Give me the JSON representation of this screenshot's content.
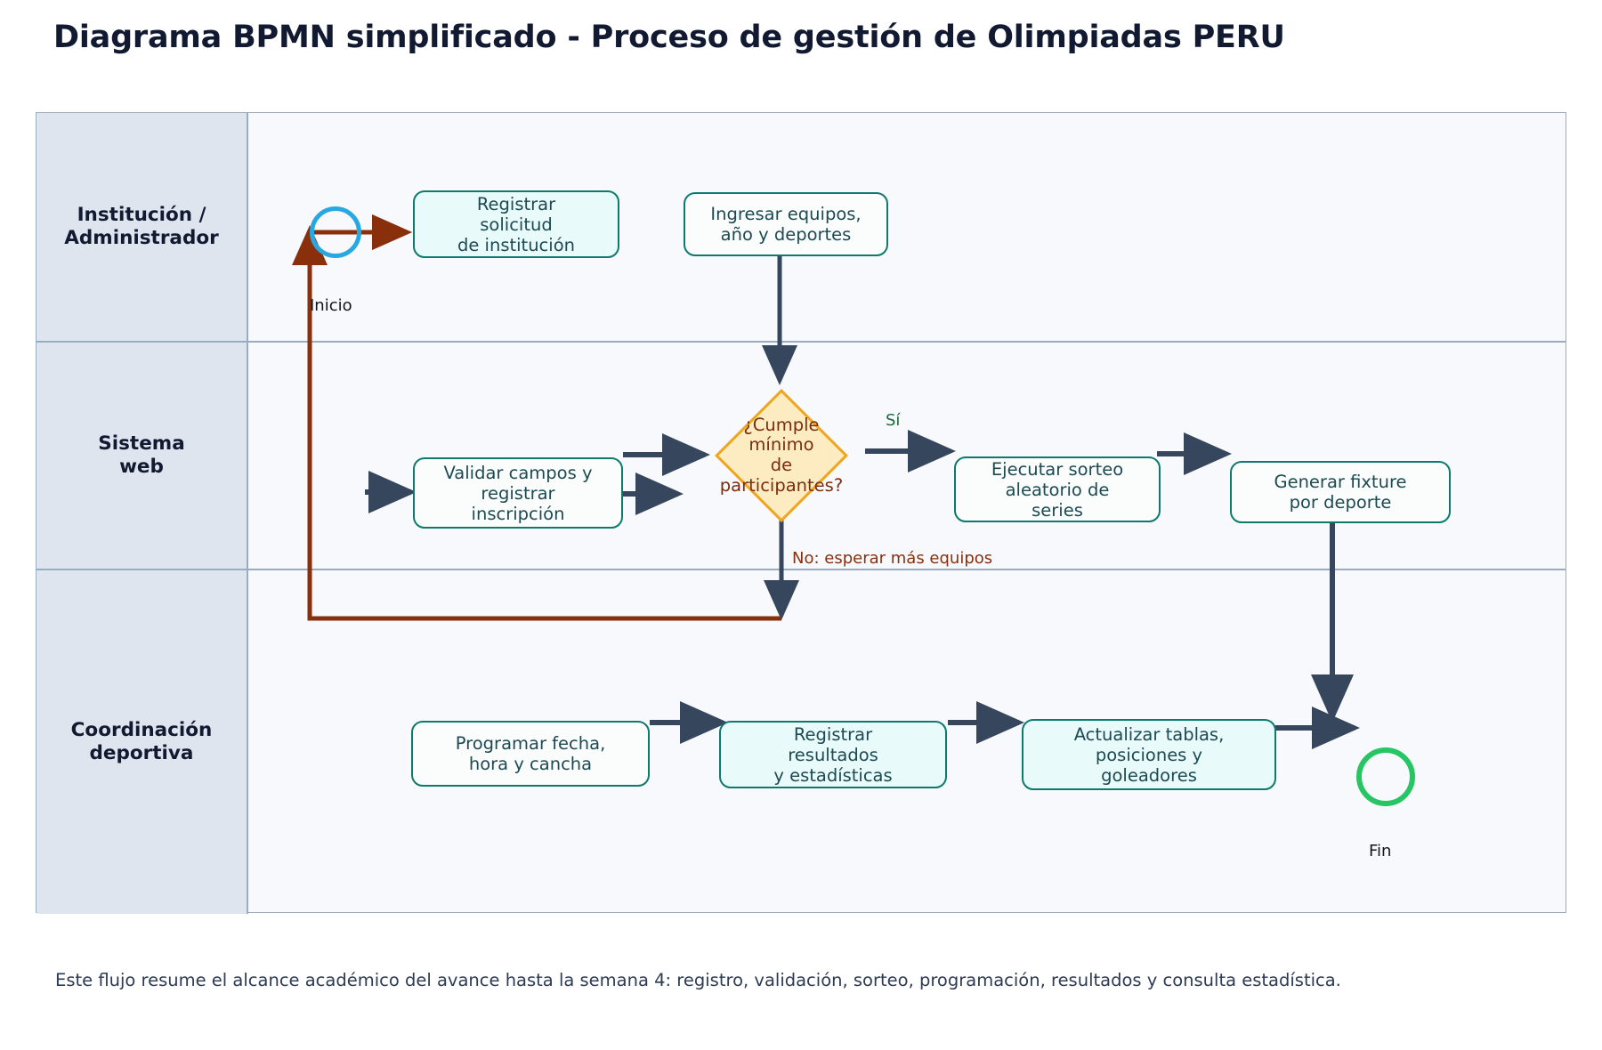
{
  "title": "Diagrama BPMN simplificado - Proceso de gestión de Olimpiadas PERU",
  "footer": "Este flujo resume el alcance académico del avance hasta la semana 4: registro, validación, sorteo, programación, resultados y consulta estadística.",
  "colors": {
    "lane_header_bg": "#dee5ef",
    "lane_border": "#9aacc2",
    "pool_bg": "#f7f9fc",
    "task_border": "#0d7a6e",
    "task_fill": "#e8fafa",
    "gateway_fill": "#fdecc2",
    "gateway_border": "#f0a51e",
    "gateway_text": "#7b2d0e",
    "start_event": "#27a8e0",
    "end_event": "#27c563",
    "flow_normal": "#36465c",
    "flow_loop": "#8a2f0c",
    "yes_label": "#1a6b38",
    "title_text": "#111a31",
    "footer_text": "#2d3b55"
  },
  "lanes": [
    {
      "id": "institucion",
      "label": "Institución /\nAdministrador"
    },
    {
      "id": "sistema",
      "label": "Sistema\nweb"
    },
    {
      "id": "coordinacion",
      "label": "Coordinación\ndeportiva"
    }
  ],
  "nodes": {
    "start_event": {
      "label": "Inicio",
      "type": "start-event"
    },
    "end_event": {
      "label": "Fin",
      "type": "end-event"
    },
    "task_registrar_solicitud": {
      "label": "Registrar\nsolicitud\nde institución"
    },
    "task_ingresar_equipos": {
      "label": "Ingresar equipos,\naño y deportes"
    },
    "task_validar_campos": {
      "label": "Validar campos y\nregistrar\ninscripción"
    },
    "gateway_minimo": {
      "label": "¿Cumple\nmínimo\nde\nparticipantes?"
    },
    "task_ejecutar_sorteo": {
      "label": "Ejecutar sorteo\naleatorio de\nseries"
    },
    "task_generar_fixture": {
      "label": "Generar fixture\npor deporte"
    },
    "task_programar_fecha": {
      "label": "Programar fecha,\nhora y cancha"
    },
    "task_registrar_resultados": {
      "label": "Registrar\nresultados\ny estadísticas"
    },
    "task_actualizar_tablas": {
      "label": "Actualizar tablas,\nposiciones y\ngoleadores"
    }
  },
  "flow_labels": {
    "yes": "Sí",
    "no": "No: esperar más equipos"
  }
}
